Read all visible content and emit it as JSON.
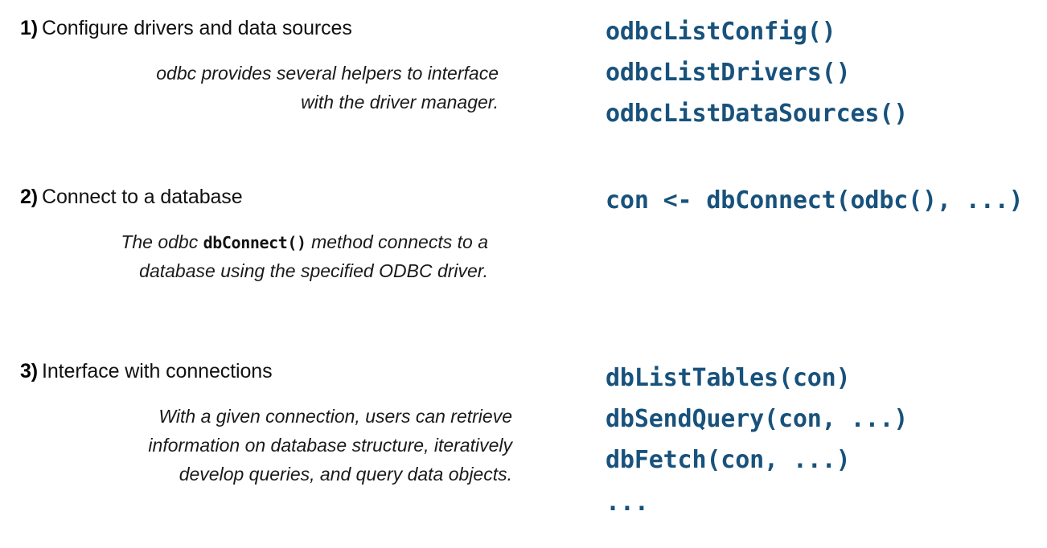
{
  "slide": {
    "background_color": "#ffffff",
    "code_color": "#18527c",
    "text_color": "#111111"
  },
  "steps": [
    {
      "number": "1)",
      "heading": "Configure drivers and data sources",
      "description_lines": [
        "odbc provides several helpers to interface",
        "with the driver manager."
      ],
      "code_lines": [
        "odbcListConfig()",
        "odbcListDrivers()",
        "odbcListDataSources()"
      ]
    },
    {
      "number": "2)",
      "heading": "Connect to a database",
      "description_pre": "The odbc ",
      "description_code": "dbConnect()",
      "description_post": " method connects to a",
      "description_line2": "database using the specified ODBC driver.",
      "code_lines": [
        "con <- dbConnect(odbc(), ...)"
      ]
    },
    {
      "number": "3)",
      "heading": "Interface with connections",
      "description_lines": [
        "With a given connection, users can retrieve",
        "information on database structure, iteratively",
        "develop queries, and query data objects."
      ],
      "code_lines": [
        "dbListTables(con)",
        "dbSendQuery(con, ...)",
        "dbFetch(con, ...)",
        "..."
      ]
    }
  ]
}
